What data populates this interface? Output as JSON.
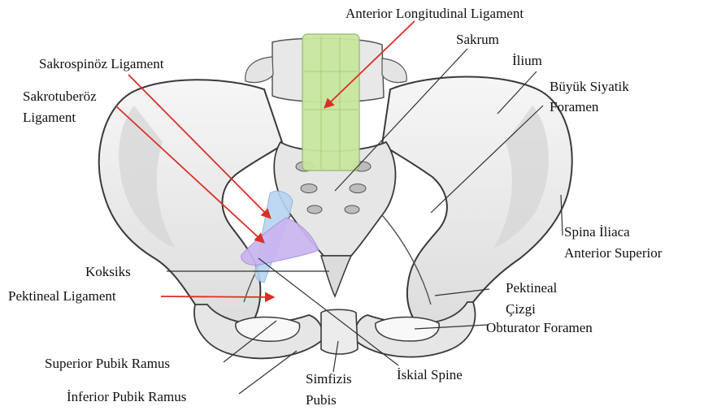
{
  "labels": {
    "anterior_longitudinal_ligament": "Anterior Longitudinal Ligament",
    "sakrum": "Sakrum",
    "ilium": "İlium",
    "sakrospinoz_ligament": "Sakrospinöz Ligament",
    "sakrotuberoz_ligament_line1": "Sakrotuberöz",
    "sakrotuberoz_ligament_line2": "Ligament",
    "buyuk_siyatik_foramen_line1": "Büyük Siyatik",
    "buyuk_siyatik_foramen_line2": "Foramen",
    "spina_iliaca_line1": "Spina İliaca",
    "spina_iliaca_line2": "Anterior Superior",
    "koksiks": "Koksiks",
    "pektineal_ligament": "Pektineal Ligament",
    "pektineal_cizgi_line1": "Pektineal",
    "pektineal_cizgi_line2": "Çizgi",
    "obturator_foramen": "Obturator Foramen",
    "superior_pubik_ramus": "Superior Pubik Ramus",
    "inferior_pubik_ramus": "İnferior Pubik Ramus",
    "simfizis_pubis_line1": "Simfizis",
    "simfizis_pubis_line2": "Pubis",
    "iskial_spine": "İskial Spine"
  },
  "colors": {
    "bone_fill": "#efefef",
    "bone_shade": "#d6d6d6",
    "bone_outline": "#3a3a3a",
    "anterior_ligament": "#c8e6a0",
    "sacrospinous_ligament": "#c9b5f0",
    "sacrotuberous_ligament": "#b8d4f0",
    "arrow_red": "#d93025",
    "leader_line": "#333333"
  }
}
